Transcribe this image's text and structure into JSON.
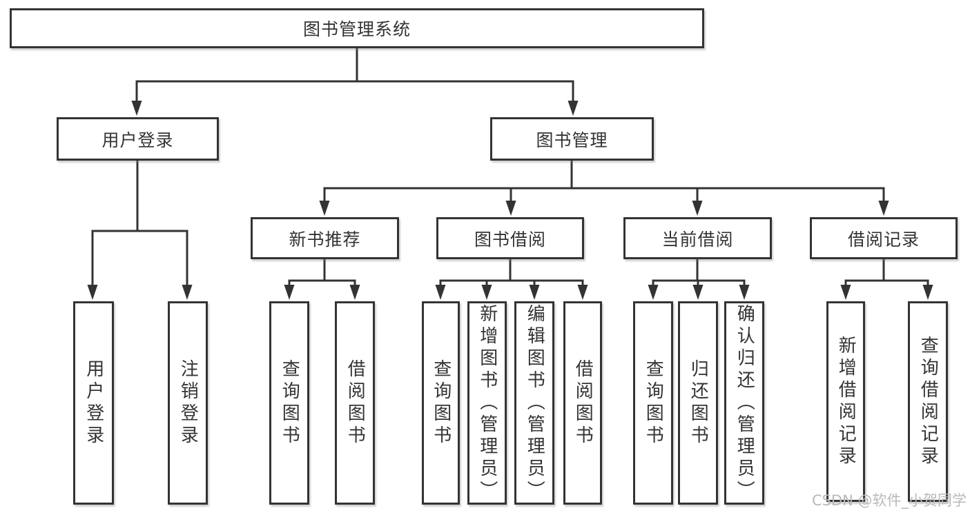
{
  "tree": {
    "root": "图书管理系统",
    "branches": [
      {
        "label": "用户登录",
        "children": [
          "用户登录",
          "注销登录"
        ]
      },
      {
        "label": "图书管理",
        "children": [
          {
            "label": "新书推荐",
            "children": [
              "查询图书",
              "借阅图书"
            ]
          },
          {
            "label": "图书借阅",
            "children": [
              "查询图书",
              "新增图书（管理员）",
              "编辑图书（管理员）",
              "借阅图书"
            ]
          },
          {
            "label": "当前借阅",
            "children": [
              "查询图书",
              "归还图书",
              "确认归还（管理员）"
            ]
          },
          {
            "label": "借阅记录",
            "children": [
              "新增借阅记录",
              "查询借阅记录"
            ]
          }
        ]
      }
    ]
  },
  "watermark": {
    "text": "CSDN @软件_小贺同学"
  },
  "colors": {
    "line": "#333333",
    "node_border": "#333333",
    "node_text": "#333333",
    "watermark_text": "#b9b9b9",
    "background": "#ffffff"
  }
}
